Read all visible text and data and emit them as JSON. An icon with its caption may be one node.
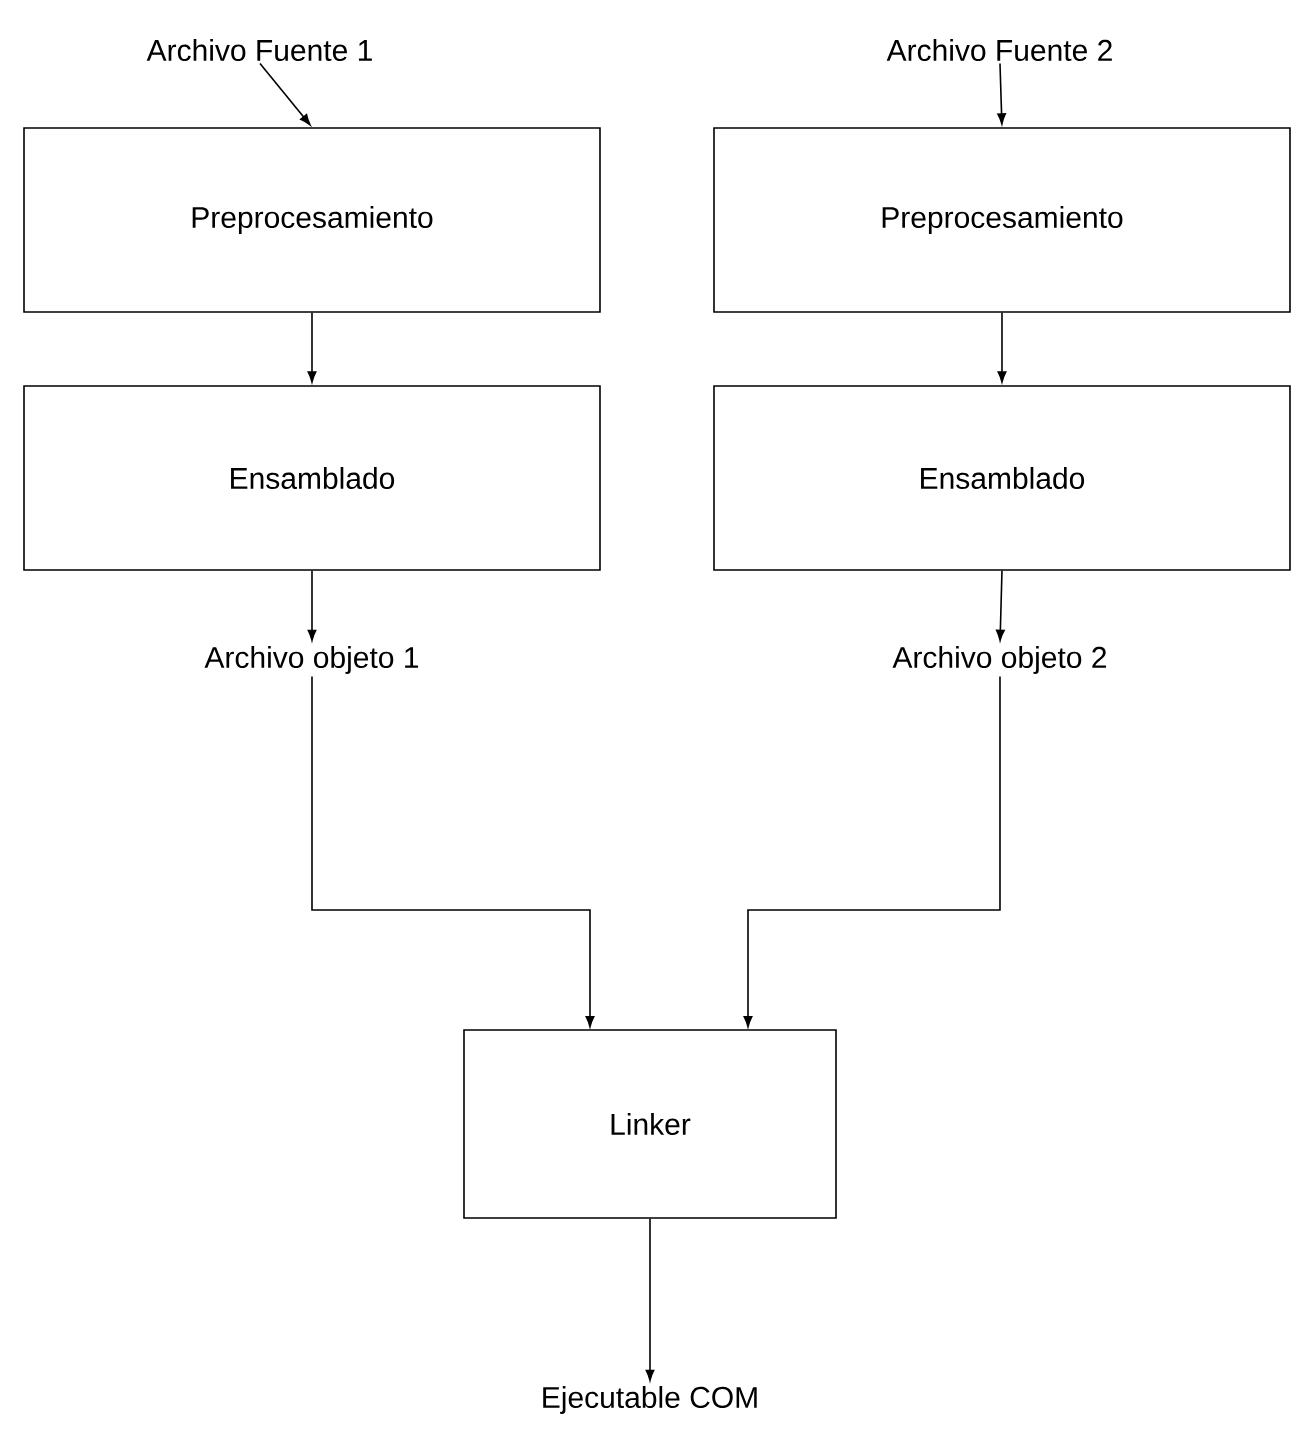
{
  "diagram": {
    "nodes": [
      {
        "text": [
          "Archivo Fuente 1"
        ]
      },
      {
        "text": [
          "Preprocesamiento"
        ]
      },
      {
        "text": [
          "Ensamblado"
        ]
      },
      {
        "text": [
          "Archivo objeto 1"
        ]
      },
      {
        "text": [
          "Archivo Fuente 2"
        ]
      },
      {
        "text": [
          "Preprocesamiento"
        ]
      },
      {
        "text": [
          "Ensamblado"
        ]
      },
      {
        "text": [
          "Archivo objeto 2"
        ]
      },
      {
        "text": [
          "Linker"
        ]
      },
      {
        "text": [
          "Ejecutable COM"
        ]
      }
    ],
    "edges": [
      {
        "from": 0,
        "to": 1,
        "arrow": "to"
      },
      {
        "from": 1,
        "to": 2,
        "arrow": "to"
      },
      {
        "from": 2,
        "to": 3,
        "arrow": "to"
      },
      {
        "from": 4,
        "to": 5,
        "arrow": "to"
      },
      {
        "from": 5,
        "to": 6,
        "arrow": "to"
      },
      {
        "from": 6,
        "to": 7,
        "arrow": "to"
      },
      {
        "from": 3,
        "to": 8,
        "arrow": "to"
      },
      {
        "from": 7,
        "to": 8,
        "arrow": "to"
      },
      {
        "from": 8,
        "to": 9,
        "arrow": "to"
      }
    ]
  }
}
